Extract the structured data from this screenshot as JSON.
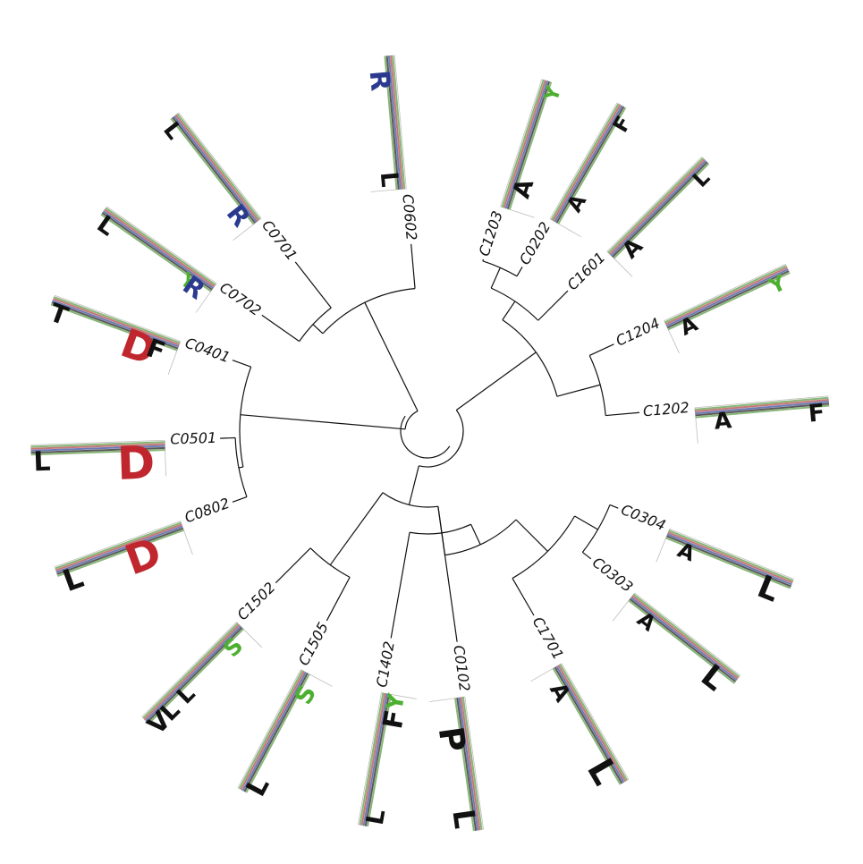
{
  "tree": {
    "colors": {
      "R": "#2b3a8f",
      "D": "#c0262d",
      "L": "#111111",
      "V": "#111111",
      "A": "#111111",
      "P": "#111111",
      "Y": "#4caf30",
      "F": "#111111",
      "S": "#4caf30",
      "T": "#111111",
      "band_green": "#5f9e48",
      "band_red": "#b24a4a",
      "band_blue": "#3c4f9e",
      "band_black": "#222222"
    },
    "leaves": [
      {
        "name": "C0602",
        "logo": [
          {
            "letter": "R",
            "color": "R",
            "pos": 0.18,
            "size": 1.0
          },
          {
            "letter": "L",
            "color": "L",
            "pos": 0.92,
            "size": 0.8
          }
        ]
      },
      {
        "name": "C1203",
        "logo": [
          {
            "letter": "A",
            "color": "A",
            "pos": 0.18,
            "size": 0.8
          },
          {
            "letter": "Y",
            "color": "Y",
            "pos": 0.92,
            "size": 0.5
          }
        ]
      },
      {
        "name": "C0202",
        "logo": [
          {
            "letter": "A",
            "color": "A",
            "pos": 0.2,
            "size": 0.6
          },
          {
            "letter": "F",
            "color": "F",
            "pos": 0.88,
            "size": 0.6
          }
        ]
      },
      {
        "name": "C1601",
        "logo": [
          {
            "letter": "A",
            "color": "A",
            "pos": 0.15,
            "size": 0.7
          },
          {
            "letter": "L",
            "color": "L",
            "pos": 0.88,
            "size": 0.6
          }
        ]
      },
      {
        "name": "C1204",
        "logo": [
          {
            "letter": "A",
            "color": "A",
            "pos": 0.15,
            "size": 0.6
          },
          {
            "letter": "Y",
            "color": "Y",
            "pos": 0.88,
            "size": 0.6
          }
        ]
      },
      {
        "name": "C1202",
        "logo": [
          {
            "letter": "A",
            "color": "A",
            "pos": 0.2,
            "size": 0.7
          },
          {
            "letter": "F",
            "color": "F",
            "pos": 0.9,
            "size": 0.8
          }
        ]
      },
      {
        "name": "C0304",
        "logo": [
          {
            "letter": "A",
            "color": "A",
            "pos": 0.18,
            "size": 0.6
          },
          {
            "letter": "L",
            "color": "L",
            "pos": 0.85,
            "size": 1.3
          }
        ]
      },
      {
        "name": "C0303",
        "logo": [
          {
            "letter": "A",
            "color": "A",
            "pos": 0.2,
            "size": 0.6
          },
          {
            "letter": "L",
            "color": "L",
            "pos": 0.85,
            "size": 1.3
          }
        ]
      },
      {
        "name": "C1701",
        "logo": [
          {
            "letter": "A",
            "color": "A",
            "pos": 0.18,
            "size": 0.7
          },
          {
            "letter": "L",
            "color": "L",
            "pos": 0.85,
            "size": 1.6
          }
        ]
      },
      {
        "name": "C0102",
        "logo": [
          {
            "letter": "P",
            "color": "P",
            "pos": 0.3,
            "size": 1.5
          },
          {
            "letter": "L",
            "color": "L",
            "pos": 0.9,
            "size": 1.2
          }
        ]
      },
      {
        "name": "C1402",
        "logo": [
          {
            "letter": "L",
            "color": "L",
            "pos": 0.08,
            "size": 0.8
          },
          {
            "letter": "F",
            "color": "F",
            "pos": 0.82,
            "size": 1.0
          },
          {
            "letter": "Y",
            "color": "Y",
            "pos": 0.95,
            "size": 0.7
          }
        ]
      },
      {
        "name": "C1505",
        "logo": [
          {
            "letter": "L",
            "color": "L",
            "pos": 0.08,
            "size": 1.0
          },
          {
            "letter": "S",
            "color": "S",
            "pos": 0.85,
            "size": 0.8
          }
        ]
      },
      {
        "name": "C1502",
        "logo": [
          {
            "letter": "V",
            "color": "V",
            "pos": 0.06,
            "size": 0.9
          },
          {
            "letter": "L",
            "color": "L",
            "pos": 0.18,
            "size": 0.8
          },
          {
            "letter": "L",
            "color": "L",
            "pos": 0.35,
            "size": 0.7
          },
          {
            "letter": "S",
            "color": "S",
            "pos": 0.85,
            "size": 0.7
          }
        ]
      },
      {
        "name": "C0802",
        "logo": [
          {
            "letter": "L",
            "color": "L",
            "pos": 0.1,
            "size": 1.2
          },
          {
            "letter": "D",
            "color": "D",
            "pos": 0.65,
            "size": 2.0
          }
        ]
      },
      {
        "name": "C0501",
        "logo": [
          {
            "letter": "L",
            "color": "L",
            "pos": 0.08,
            "size": 1.0
          },
          {
            "letter": "D",
            "color": "D",
            "pos": 0.78,
            "size": 2.3
          }
        ]
      },
      {
        "name": "C0401",
        "logo": [
          {
            "letter": "T",
            "color": "T",
            "pos": 0.08,
            "size": 0.9
          },
          {
            "letter": "D",
            "color": "D",
            "pos": 0.72,
            "size": 1.9
          },
          {
            "letter": "F",
            "color": "F",
            "pos": 0.85,
            "size": 0.9
          }
        ]
      },
      {
        "name": "C0702",
        "logo": [
          {
            "letter": "L",
            "color": "L",
            "pos": 0.08,
            "size": 0.8
          },
          {
            "letter": "Y",
            "color": "Y",
            "pos": 0.82,
            "size": 0.5
          },
          {
            "letter": "R",
            "color": "R",
            "pos": 0.88,
            "size": 0.9
          }
        ]
      },
      {
        "name": "C0701",
        "logo": [
          {
            "letter": "L",
            "color": "L",
            "pos": 0.08,
            "size": 0.7
          },
          {
            "letter": "R",
            "color": "R",
            "pos": 0.88,
            "size": 0.9
          }
        ]
      }
    ]
  }
}
